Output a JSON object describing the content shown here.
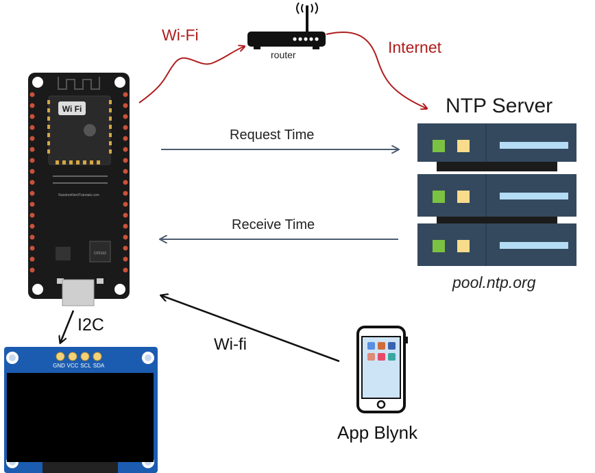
{
  "labels": {
    "wifi_top": "Wi-Fi",
    "router": "router",
    "internet": "Internet",
    "ntp_server": "NTP Server",
    "request_time": "Request Time",
    "receive_time": "Receive Time",
    "pool": "pool.ntp.org",
    "i2c": "I2C",
    "wifi_low": "Wi-fi",
    "app_blynk": "App Blynk"
  },
  "oled_pins": [
    "GND",
    "VCC",
    "SCL",
    "SDA"
  ],
  "board_marks": {
    "wifi_logo": "Wi Fi",
    "website": "RandomNerdTutorials.com",
    "chip": "CP2102"
  },
  "colors": {
    "wifi_link": "#b01c1c",
    "data_arrow": "#4b5a6e",
    "server_body": "#34495e",
    "server_dark": "#1b1b1b",
    "led_green": "#7cc242",
    "led_yellow": "#f8dc8c",
    "bar_blue": "#b4dcf4",
    "board": "#1a1a1a",
    "oled_pcb": "#1b5cb0"
  }
}
